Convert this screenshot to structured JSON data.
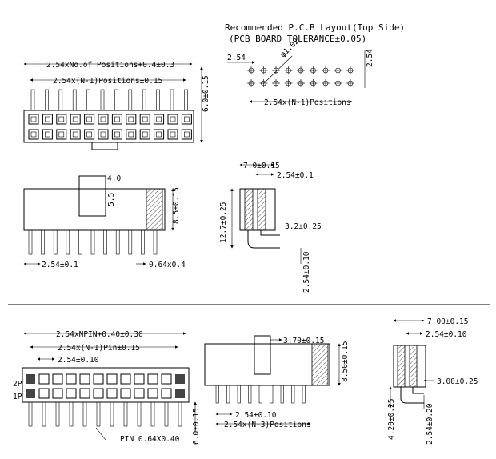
{
  "pcb_title": "Recommended P.C.B Layout(Top Side)",
  "pcb_tolerance": "(PCB BOARD TOLERANCE±0.05)",
  "pcb": {
    "pitch_x": "2.54",
    "hole": "φ1.02",
    "pitch_y": "2.54",
    "positions": "2.54x(N-1)Positions"
  },
  "top_view": {
    "overall": "2.54xNo.of Positions+0.4±0.3",
    "span": "2.54x(N-1)Positions±0.15",
    "height": "6.0±0.15"
  },
  "side_view": {
    "dim_a": "4.0",
    "dim_b": "5.5",
    "dim_c": "8.5±0.15",
    "pitch": "2.54±0.1",
    "pin": "0.64x0.4"
  },
  "end_view": {
    "width": "7.0±0.15",
    "pitch": "2.54±0.1",
    "height": "12.7±0.25",
    "offset": "3.2±0.25",
    "tail": "2.54±0.10"
  },
  "bottom_top_view": {
    "overall": "2.54xNPIN+0.40±0.30",
    "span": "2.54x(N-1)Pin±0.15",
    "pitch": "2.54±0.10",
    "label_2p": "2P",
    "label_1p": "1P",
    "pin": "PIN 0.64X0.40",
    "height": "6.0±0.15"
  },
  "bottom_side_view": {
    "dim_a": "3.70±0.15",
    "dim_b": "8.50±0.15",
    "pitch": "2.54±0.10",
    "positions": "2.54x(N-3)Positions"
  },
  "bottom_end_view": {
    "width": "7.00±0.15",
    "pitch": "2.54±0.10",
    "offset": "3.00±0.25",
    "height": "4.20±0.25",
    "tail": "2.54±0.20"
  }
}
